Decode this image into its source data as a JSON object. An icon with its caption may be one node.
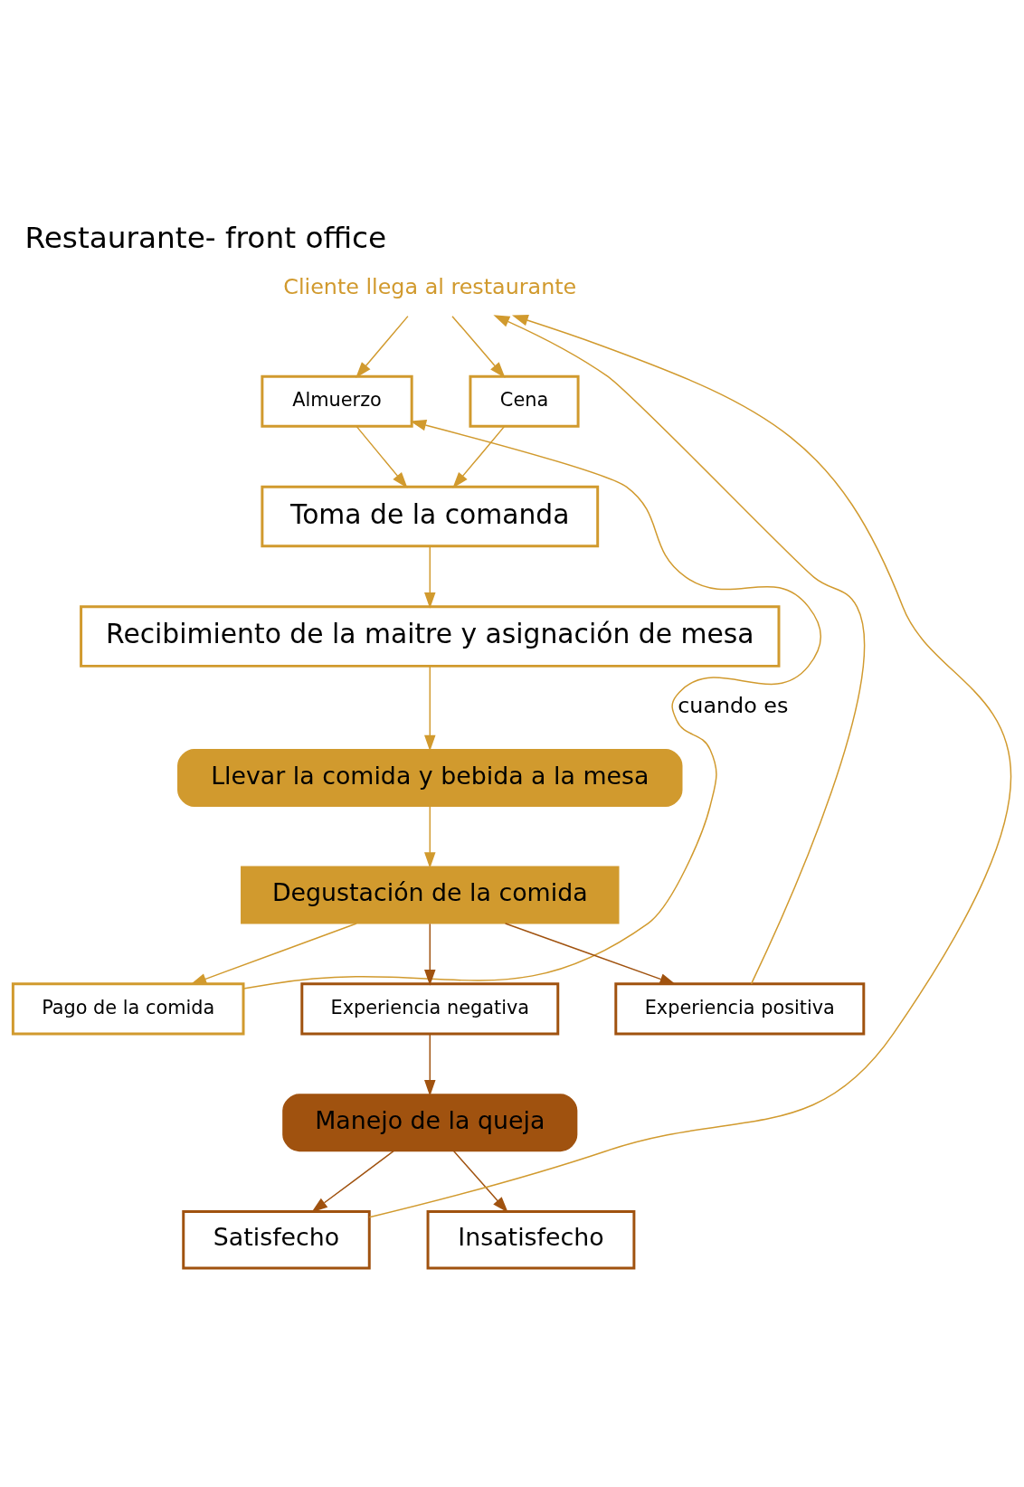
{
  "diagram": {
    "title": "Restaurante- front office",
    "nodes": [
      {
        "text": [
          "Cliente llega al restaurante"
        ]
      },
      {
        "text": [
          "Almuerzo"
        ]
      },
      {
        "text": [
          "Cena"
        ]
      },
      {
        "text": [
          "Toma de la comanda"
        ]
      },
      {
        "text": [
          "Recibimiento de la maitre y asignación de mesa"
        ]
      },
      {
        "text": [
          "Llevar la comida y bebida a la mesa"
        ]
      },
      {
        "text": [
          "Pago de la comida"
        ]
      },
      {
        "text": [
          "Degustación de la comida"
        ]
      },
      {
        "text": [
          "Experiencia negativa"
        ]
      },
      {
        "text": [
          "Experiencia positiva"
        ]
      },
      {
        "text": [
          "Manejo de la queja"
        ]
      },
      {
        "text": [
          "Satisfecho"
        ]
      },
      {
        "text": [
          "Insatisfecho"
        ]
      }
    ],
    "edges": [
      {
        "from": 0,
        "to": 1,
        "arrow": "to"
      },
      {
        "from": 0,
        "to": 2,
        "arrow": "to"
      },
      {
        "from": 1,
        "to": 3,
        "arrow": "to"
      },
      {
        "from": 2,
        "to": 3,
        "arrow": "to"
      },
      {
        "from": 3,
        "to": 4,
        "arrow": "to"
      },
      {
        "from": 4,
        "to": 5,
        "arrow": "to"
      },
      {
        "from": 5,
        "to": 7,
        "arrow": "to"
      },
      {
        "from": 7,
        "to": 6,
        "arrow": "to"
      },
      {
        "from": 6,
        "to": 1,
        "arrow": "to",
        "label": "cuando es"
      },
      {
        "from": 7,
        "to": 8,
        "arrow": "to",
        "color": "#a0520f"
      },
      {
        "from": 7,
        "to": 9,
        "arrow": "to",
        "color": "#a0520f"
      },
      {
        "from": 8,
        "to": 10,
        "arrow": "to",
        "color": "#a0520f"
      },
      {
        "from": 10,
        "to": 11,
        "arrow": "to",
        "color": "#a0520f"
      },
      {
        "from": 10,
        "to": 12,
        "arrow": "to",
        "color": "#a0520f"
      },
      {
        "from": 9,
        "to": 0,
        "arrow": "to"
      },
      {
        "from": 11,
        "to": 0,
        "arrow": "to"
      }
    ]
  }
}
